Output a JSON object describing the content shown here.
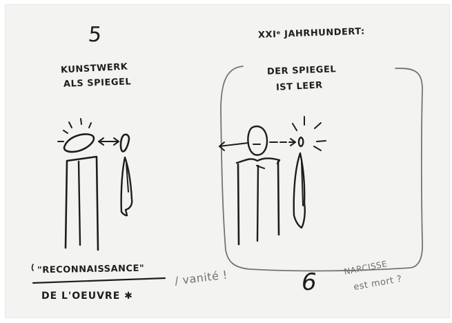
{
  "sketch": {
    "left": {
      "number": "5",
      "line1": "KUNSTWERK",
      "line2": "ALS SPIEGEL"
    },
    "right": {
      "heading": "XXIᵉ JAHRHUNDERT:",
      "line1": "DER SPIEGEL",
      "line2": "IST LEER",
      "number": "6"
    },
    "caption": {
      "reconnaissance": "\"RECONNAISSANCE\"",
      "de_oeuvre": "DE L'OEUVRE  ✱",
      "vanity": "/ vanité !",
      "narcisse_1": "NARCISSE",
      "narcisse_2": "est mort ?"
    }
  }
}
